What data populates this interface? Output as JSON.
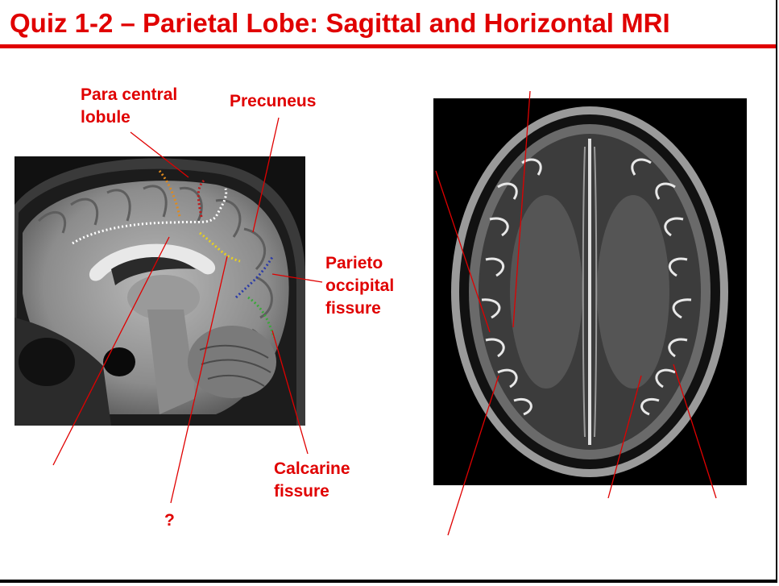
{
  "title": "Quiz 1-2 – Parietal Lobe: Sagittal and Horizontal MRI",
  "labels": {
    "paracentral_line1": "Para central",
    "paracentral_line2": "lobule",
    "precuneus": "Precuneus",
    "parieto_line1": "Parieto",
    "parieto_line2": "occipital",
    "parieto_line3": "fissure",
    "calcarine_line1": "Calcarine",
    "calcarine_line2": "fissure",
    "question": "?"
  },
  "colors": {
    "accent": "#e00000",
    "trace_white": "#ffffff",
    "trace_orange": "#e08a1e",
    "trace_red": "#c01818",
    "trace_yellow": "#e8d020",
    "trace_blue": "#2a3aa8",
    "trace_green": "#3aa83a"
  }
}
